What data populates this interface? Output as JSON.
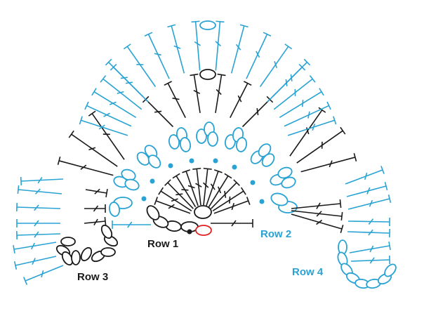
{
  "labels": {
    "row1": "Row 1",
    "row2": "Row 2",
    "row3": "Row 3",
    "row4": "Row 4"
  },
  "colors": {
    "blue": "#29a3d3",
    "black": "#1a1a1a",
    "red": "#e02020",
    "white": "#ffffff"
  }
}
